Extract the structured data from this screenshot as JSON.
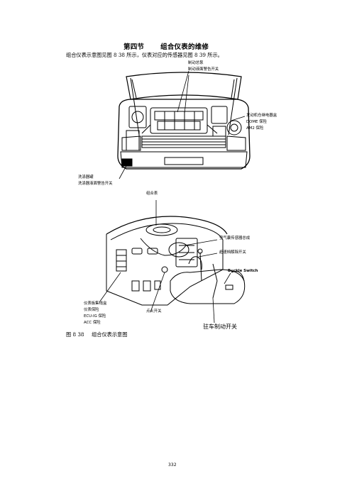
{
  "section": {
    "number": "第四节",
    "title": "组合仪表的维修"
  },
  "intro": "组合仪表示意图见图 8 38 所示，仪表对应的传感器见图 8 39 所示。",
  "figure_top": {
    "labels": {
      "brake_pump": "制动总泵",
      "brake_fluid_switch": "制动液面警告开关",
      "engine_relay_box": "发动机仓继电器盒",
      "dome_fuse": "DOME 保险",
      "am2_fuse": "AM2 保险",
      "washer_tank": "洗涤器罐",
      "washer_switch": "洗涤器液面警告开关"
    }
  },
  "figure_bottom": {
    "labels": {
      "cluster": "组合表",
      "airbag_sensor": "空气囊传感器总成",
      "od_switch": "超速档解除开关",
      "buckle_switch": "Buckle Switch",
      "junction_box": "仪表板集线盒",
      "gauge_fuse": "仪表保险",
      "ecu_ig_fuse": "ECU-IG 保险",
      "acc_fuse": "ACC 保险",
      "ignition_switch": "点火开关",
      "parking_brake_switch": "驻车制动开关"
    }
  },
  "caption": {
    "number": "图 8 38",
    "text": "组合仪表示意图"
  },
  "page_number": "332"
}
